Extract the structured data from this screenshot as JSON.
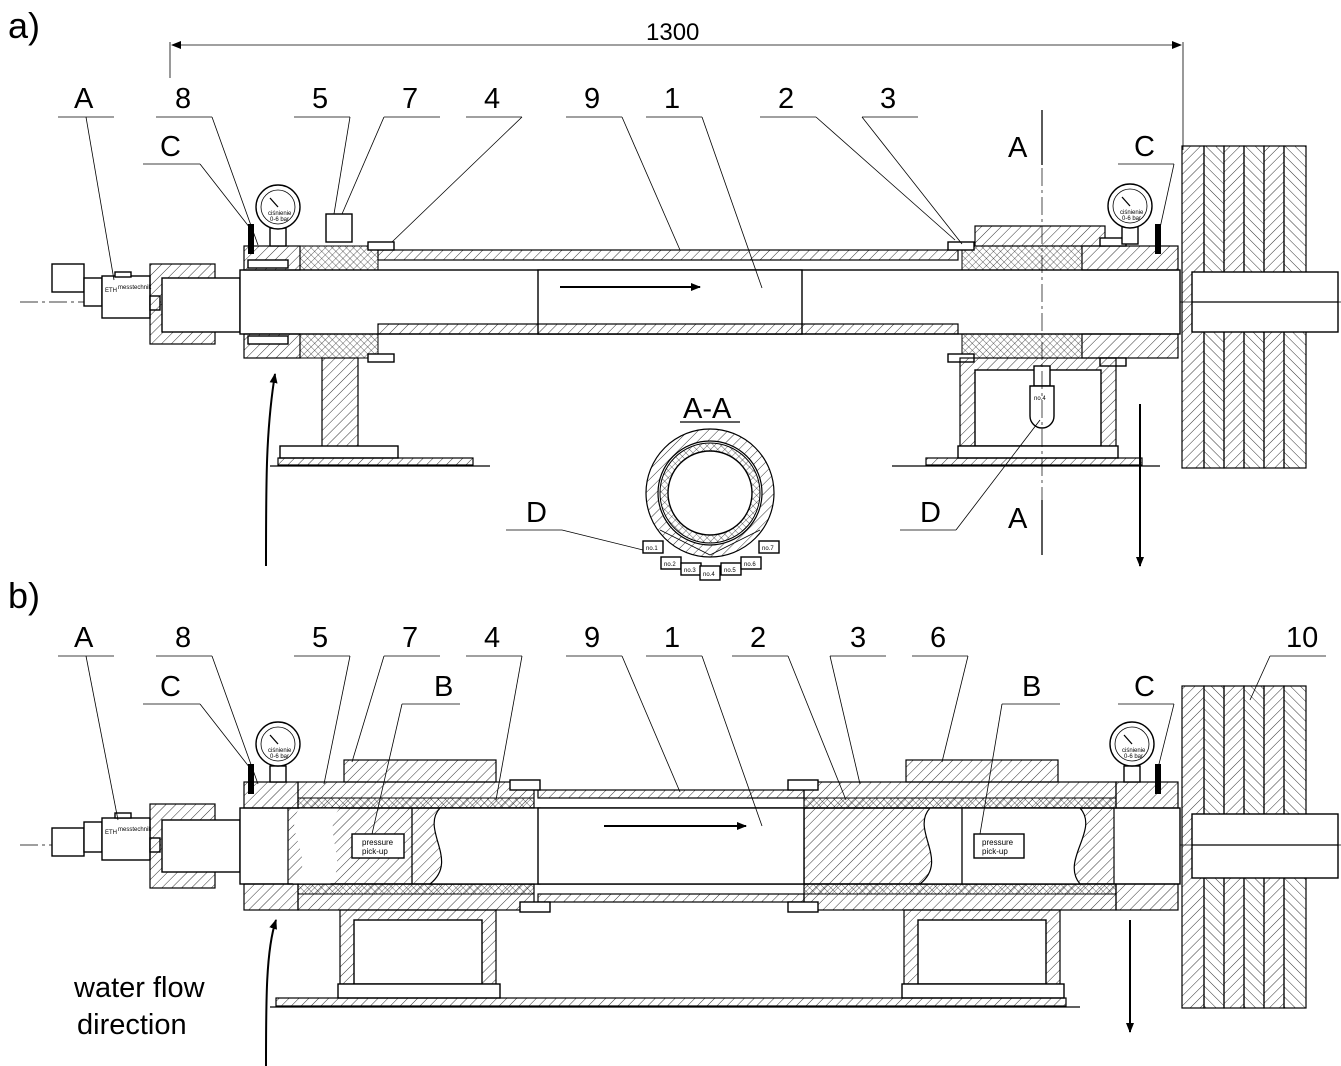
{
  "panels": {
    "a": "a)",
    "b": "b)"
  },
  "dimension": {
    "overall_length": "1300"
  },
  "section": {
    "title": "A-A",
    "cut_mark": "A"
  },
  "labels_a": [
    "A",
    "8",
    "5",
    "7",
    "4",
    "9",
    "1",
    "2",
    "3",
    "C",
    "C",
    "D",
    "D"
  ],
  "labels_b": [
    "A",
    "8",
    "5",
    "7",
    "4",
    "9",
    "1",
    "2",
    "3",
    "6",
    "10",
    "B",
    "B",
    "C",
    "C"
  ],
  "gauge_text": {
    "line1": "ciśnienie",
    "line2": "0-6 bar"
  },
  "sensor_text": {
    "brand": "ETH",
    "sub": "messtechnik"
  },
  "pickup_text": {
    "line1": "pressure",
    "line2": "pick-up"
  },
  "probes": [
    "no.1",
    "no.2",
    "no.3",
    "no.4",
    "no.5",
    "no.6",
    "no.7"
  ],
  "probe_main": "no.4",
  "flow_note": {
    "line1": "water flow",
    "line2": "direction"
  }
}
